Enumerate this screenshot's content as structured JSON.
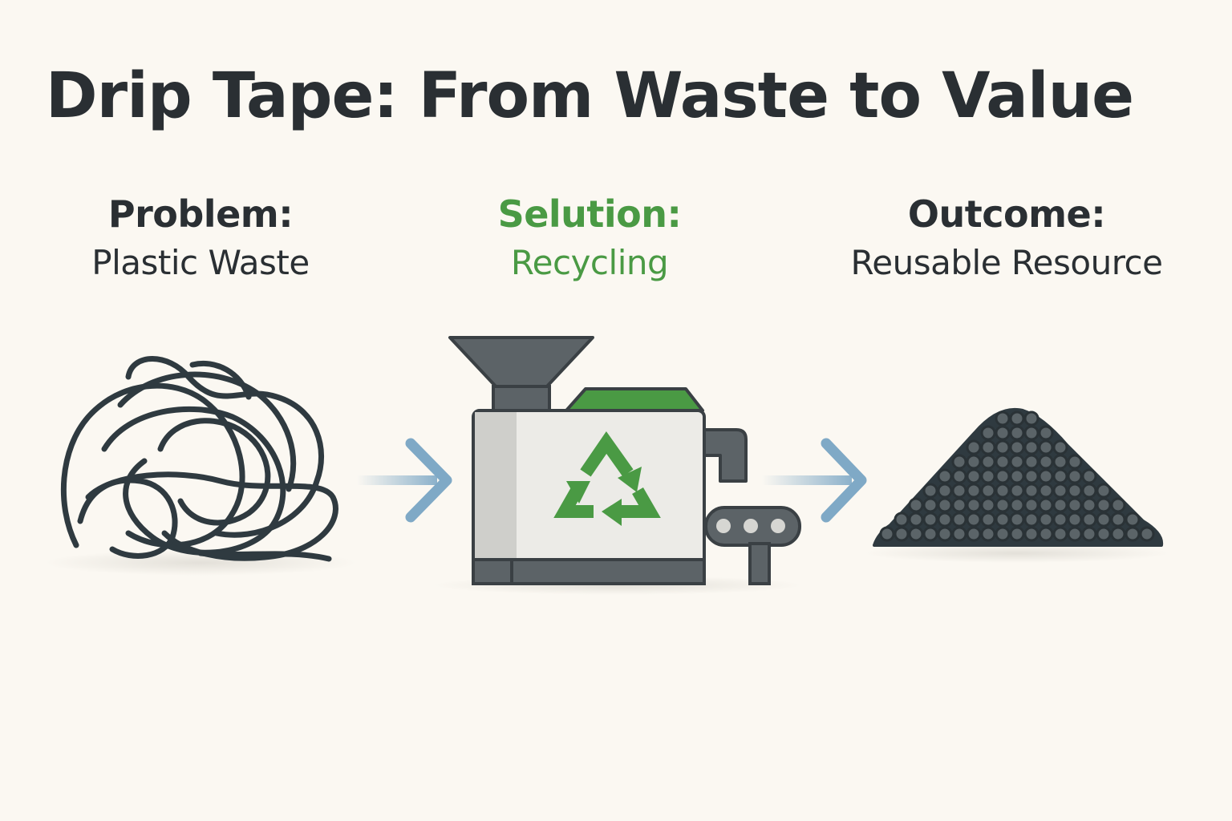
{
  "title": "Drip Tape: From Waste to Value",
  "stages": [
    {
      "heading": "Problem:",
      "subtitle": "Plastic Waste",
      "icon": "tangled-tape-icon",
      "color": "#2A2F33"
    },
    {
      "heading": "Selution:",
      "subtitle": "Recycling",
      "icon": "recycling-machine-icon",
      "color": "#4A9A44"
    },
    {
      "heading": "Outcome:",
      "subtitle": "Reusable Resource",
      "icon": "pellet-pile-icon",
      "color": "#2A2F33"
    }
  ],
  "colors": {
    "background": "#FBF8F2",
    "dark": "#2F3A40",
    "green": "#4A9A44",
    "arrow": "#7FA9C6",
    "machine_gray": "#5C6367",
    "machine_panel": "#ECEBE7"
  }
}
